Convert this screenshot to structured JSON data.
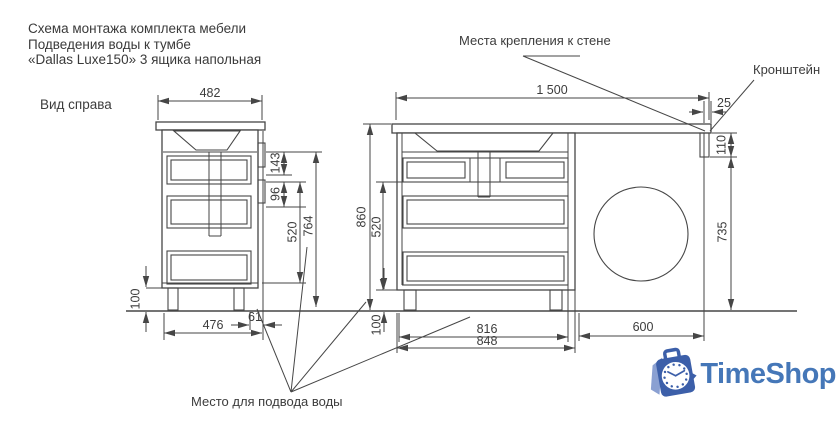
{
  "title": {
    "line1": "Схема монтажа комплекта мебели",
    "line2": "Подведения воды к тумбе",
    "line3": "«Dallas Luxe150» 3 ящика напольная"
  },
  "labels": {
    "view_right": "Вид справа",
    "wall_mounts": "Места крепления к стене",
    "bracket": "Кронштейн",
    "water_supply": "Место для подвода воды"
  },
  "side_view_dims": {
    "top_depth": "482",
    "upper_offset": "143",
    "tab_gap": "96",
    "drawer_section": "520",
    "body_height": "764",
    "leg_height": "100",
    "bottom_depth": "476",
    "back_offset": "61"
  },
  "front_view_dims": {
    "total_width": "1 500",
    "edge_offset": "25",
    "bracket_height": "110",
    "niche_height": "735",
    "total_height": "860",
    "drawer_section": "520",
    "leg_height": "100",
    "inner_width": "816",
    "outer_width": "848",
    "niche_width": "600"
  },
  "logo": {
    "wordmark": "TimeShop"
  },
  "colors": {
    "line": "#464646",
    "text": "#3c3c3c",
    "logo_text_blue": "#4577b8",
    "logo_bag_blue": "#3c5fa9",
    "logo_flap_blue": "#8aa0d2"
  }
}
